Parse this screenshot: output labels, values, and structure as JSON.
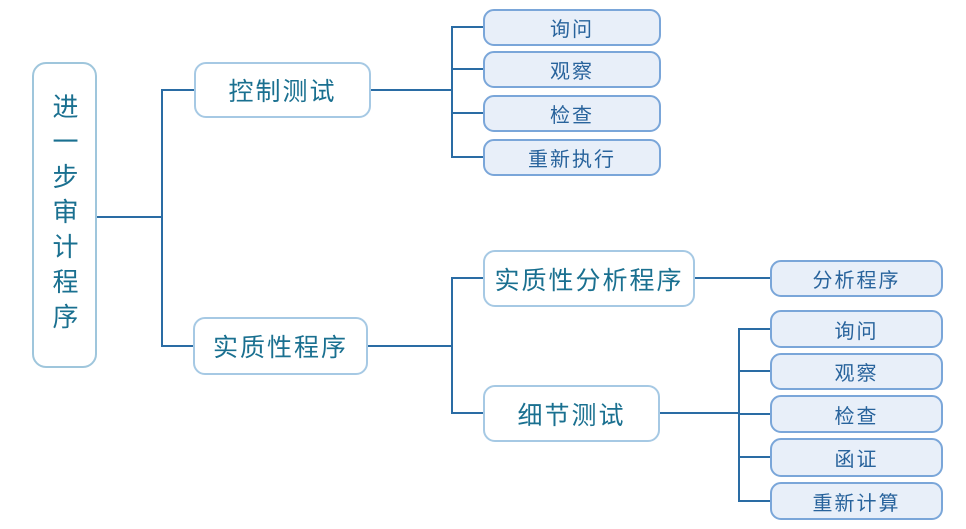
{
  "diagram_title": "进一步审计程序",
  "tree": {
    "label": "进一步审计程序",
    "children": [
      {
        "label": "控制测试",
        "children": [
          {
            "label": "询问"
          },
          {
            "label": "观察"
          },
          {
            "label": "检查"
          },
          {
            "label": "重新执行"
          }
        ]
      },
      {
        "label": "实质性程序",
        "children": [
          {
            "label": "实质性分析程序",
            "children": [
              {
                "label": "分析程序"
              }
            ]
          },
          {
            "label": "细节测试",
            "children": [
              {
                "label": "询问"
              },
              {
                "label": "观察"
              },
              {
                "label": "检查"
              },
              {
                "label": "函证"
              },
              {
                "label": "重新计算"
              }
            ]
          }
        ]
      }
    ]
  },
  "colors": {
    "background": "#ffffff",
    "connector_line": "#2a6ca4",
    "branch_fill": "#ffffff",
    "branch_border": "#a6c9e4",
    "branch_text": "#1a7090",
    "leaf_fill": "#e8eff9",
    "leaf_border": "#7aa6d9",
    "leaf_text": "#28639c"
  }
}
